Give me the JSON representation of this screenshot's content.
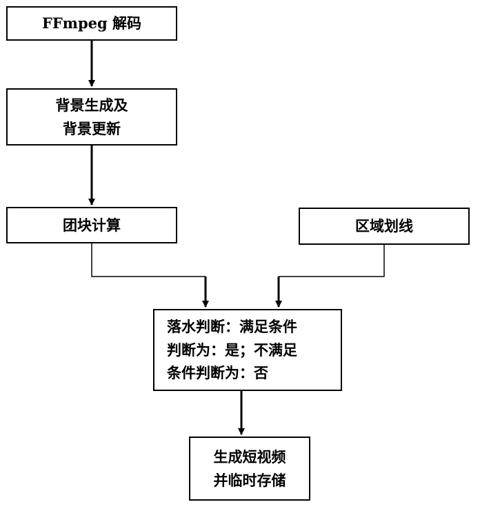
{
  "nodes": {
    "decode": "FFmpeg 解码",
    "background": "背景生成及\n背景更新",
    "blob": "团块计算",
    "zone": "区域划线",
    "judge": "落水判断：满足条件\n判断为：是；不满足\n条件判断为：否",
    "output": "生成短视频\n并临时存储"
  },
  "colors": {
    "stroke": "#000000",
    "fill": "#ffffff"
  }
}
